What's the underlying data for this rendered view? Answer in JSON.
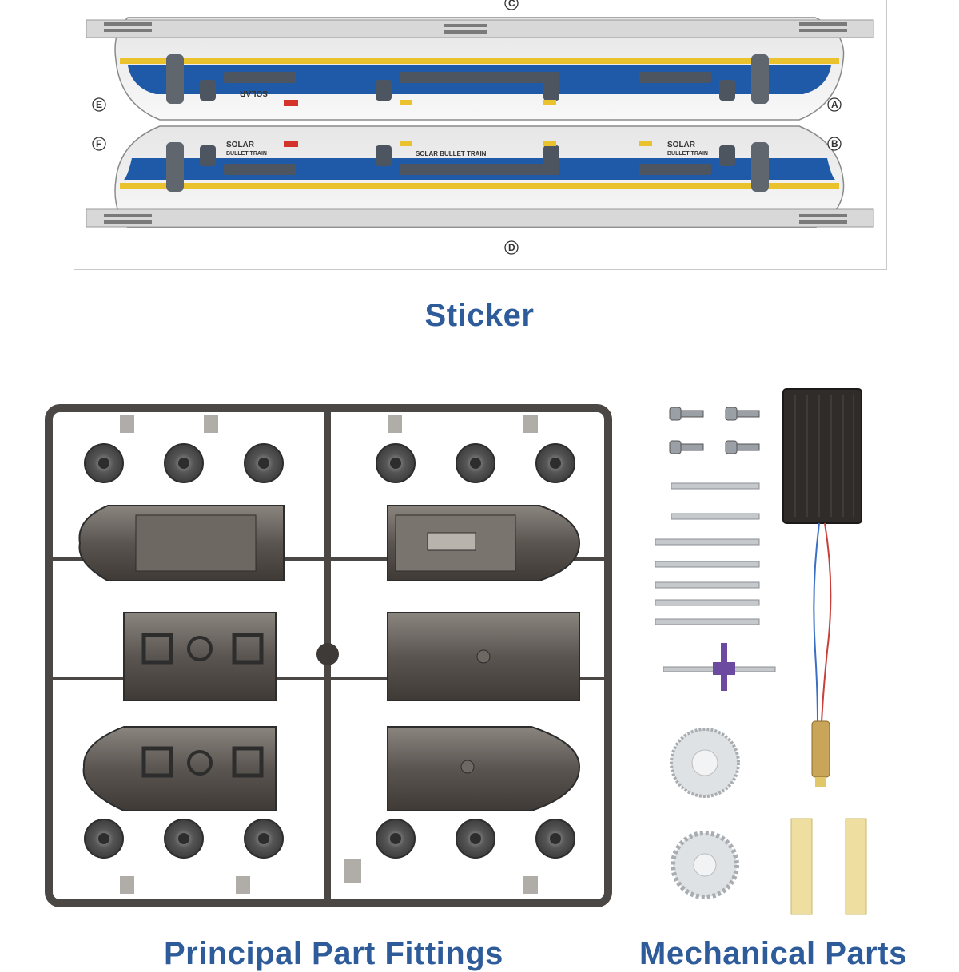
{
  "sticker": {
    "caption": "Sticker",
    "markers": {
      "a": "A",
      "b": "B",
      "c": "C",
      "d": "D",
      "e": "E",
      "f": "F"
    },
    "brand_line1": "SOLAR",
    "brand_line2": "BULLET TRAIN",
    "center_label": "SOLAR BULLET TRAIN",
    "colors": {
      "blue": "#1f5aa8",
      "yellow": "#e9c22e",
      "red": "#d4332b"
    }
  },
  "principal": {
    "caption": "Principal Part Fittings"
  },
  "mechanical": {
    "caption": "Mechanical Parts"
  }
}
